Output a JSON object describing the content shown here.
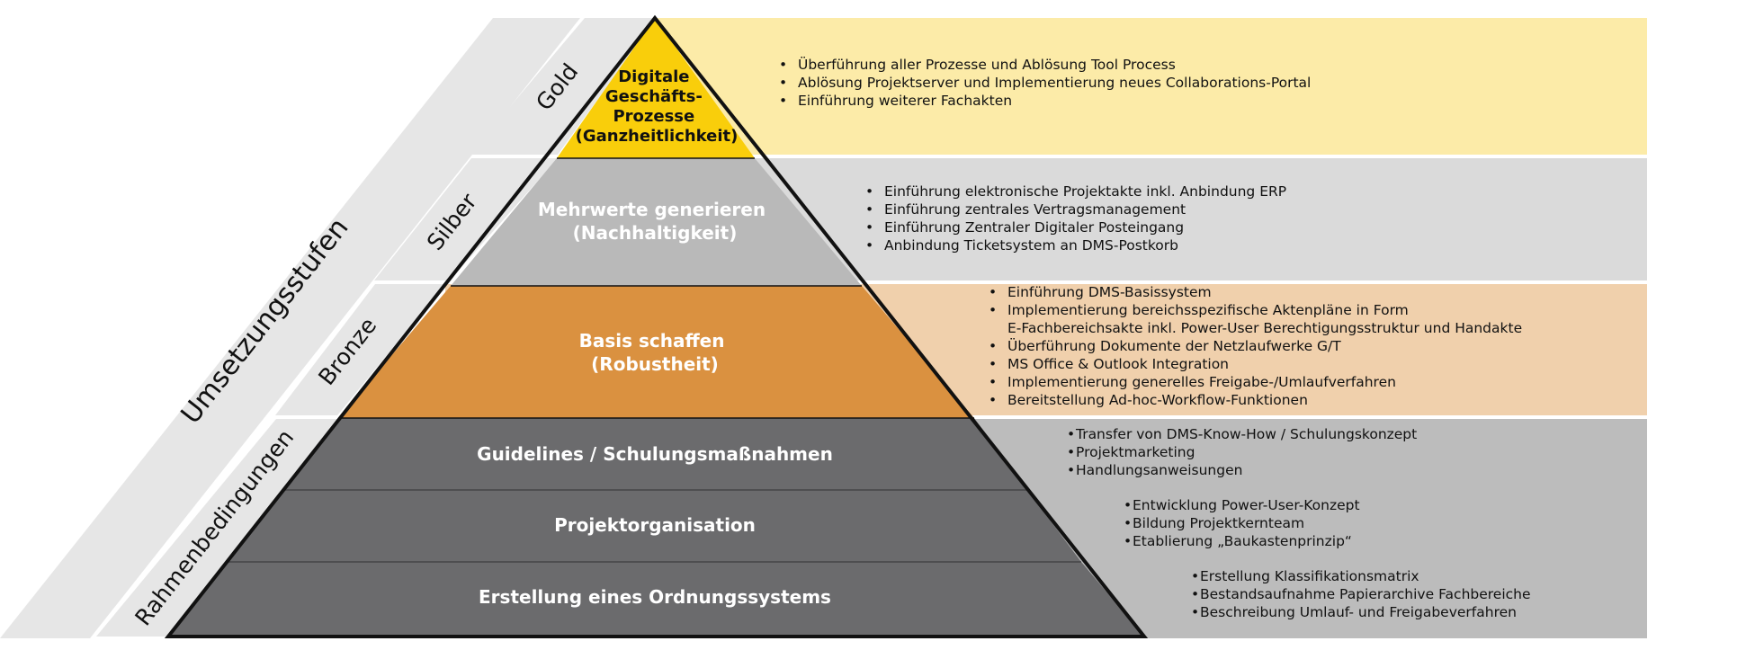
{
  "colors": {
    "gold": "#F9CE0B",
    "gold_bg": "#FCEBA8",
    "silver": "#B9B9B9",
    "silver_bg": "#DADADA",
    "bronze": "#DA9140",
    "bronze_bg": "#F0D0AC",
    "frame": "#6B6B6D",
    "frame_bg": "#BCBCBC",
    "side_band": "#E6E6E6",
    "outline": "#111111"
  },
  "side_labels": {
    "umsetzungsstufen": "Umsetzungsstufen",
    "gold": "Gold",
    "silber": "Silber",
    "bronze": "Bronze",
    "rahmenbedingungen": "Rahmenbedingungen"
  },
  "levels": {
    "gold": {
      "title": [
        "Digitale",
        "Geschäfts-",
        "Prozesse",
        "(Ganzheitlichkeit)"
      ],
      "bullets": [
        "Überführung aller Prozesse und Ablösung Tool Process",
        "Ablösung Projektserver und Implementierung neues Collaborations-Portal",
        "Einführung weiterer Fachakten"
      ]
    },
    "silber": {
      "title": [
        "Mehrwerte generieren",
        "(Nachhaltigkeit)"
      ],
      "bullets": [
        "Einführung elektronische Projektakte inkl. Anbindung ERP",
        "Einführung zentrales Vertragsmanagement",
        "Einführung Zentraler Digitaler Posteingang",
        "Anbindung Ticketsystem an DMS-Postkorb"
      ]
    },
    "bronze": {
      "title": [
        "Basis schaffen",
        "(Robustheit)"
      ],
      "bullets": [
        "Einführung DMS-Basissystem",
        "Implementierung bereichsspezifische Aktenpläne in Form",
        "E-Fachbereichsakte inkl. Power-User Berechtigungsstruktur und Handakte",
        "Überführung Dokumente der Netzlaufwerke G/T",
        "MS Office & Outlook Integration",
        "Implementierung generelles Freigabe-/Umlaufverfahren",
        "Bereitstellung Ad-hoc-Workflow-Funktionen"
      ]
    },
    "guidelines": {
      "title": "Guidelines / Schulungsmaßnahmen",
      "bullets": [
        "Transfer von DMS-Know-How / Schulungskonzept",
        "Projektmarketing",
        "Handlungsanweisungen"
      ]
    },
    "projekt": {
      "title": "Projektorganisation",
      "bullets": [
        "Entwicklung Power-User-Konzept",
        "Bildung Projektkernteam",
        "Etablierung „Baukastenprinzip“"
      ]
    },
    "ordnung": {
      "title": "Erstellung eines Ordnungssystems",
      "bullets": [
        "Erstellung Klassifikationsmatrix",
        "Bestandsaufnahme Papierarchive Fachbereiche",
        "Beschreibung Umlauf- und Freigabeverfahren"
      ]
    }
  }
}
